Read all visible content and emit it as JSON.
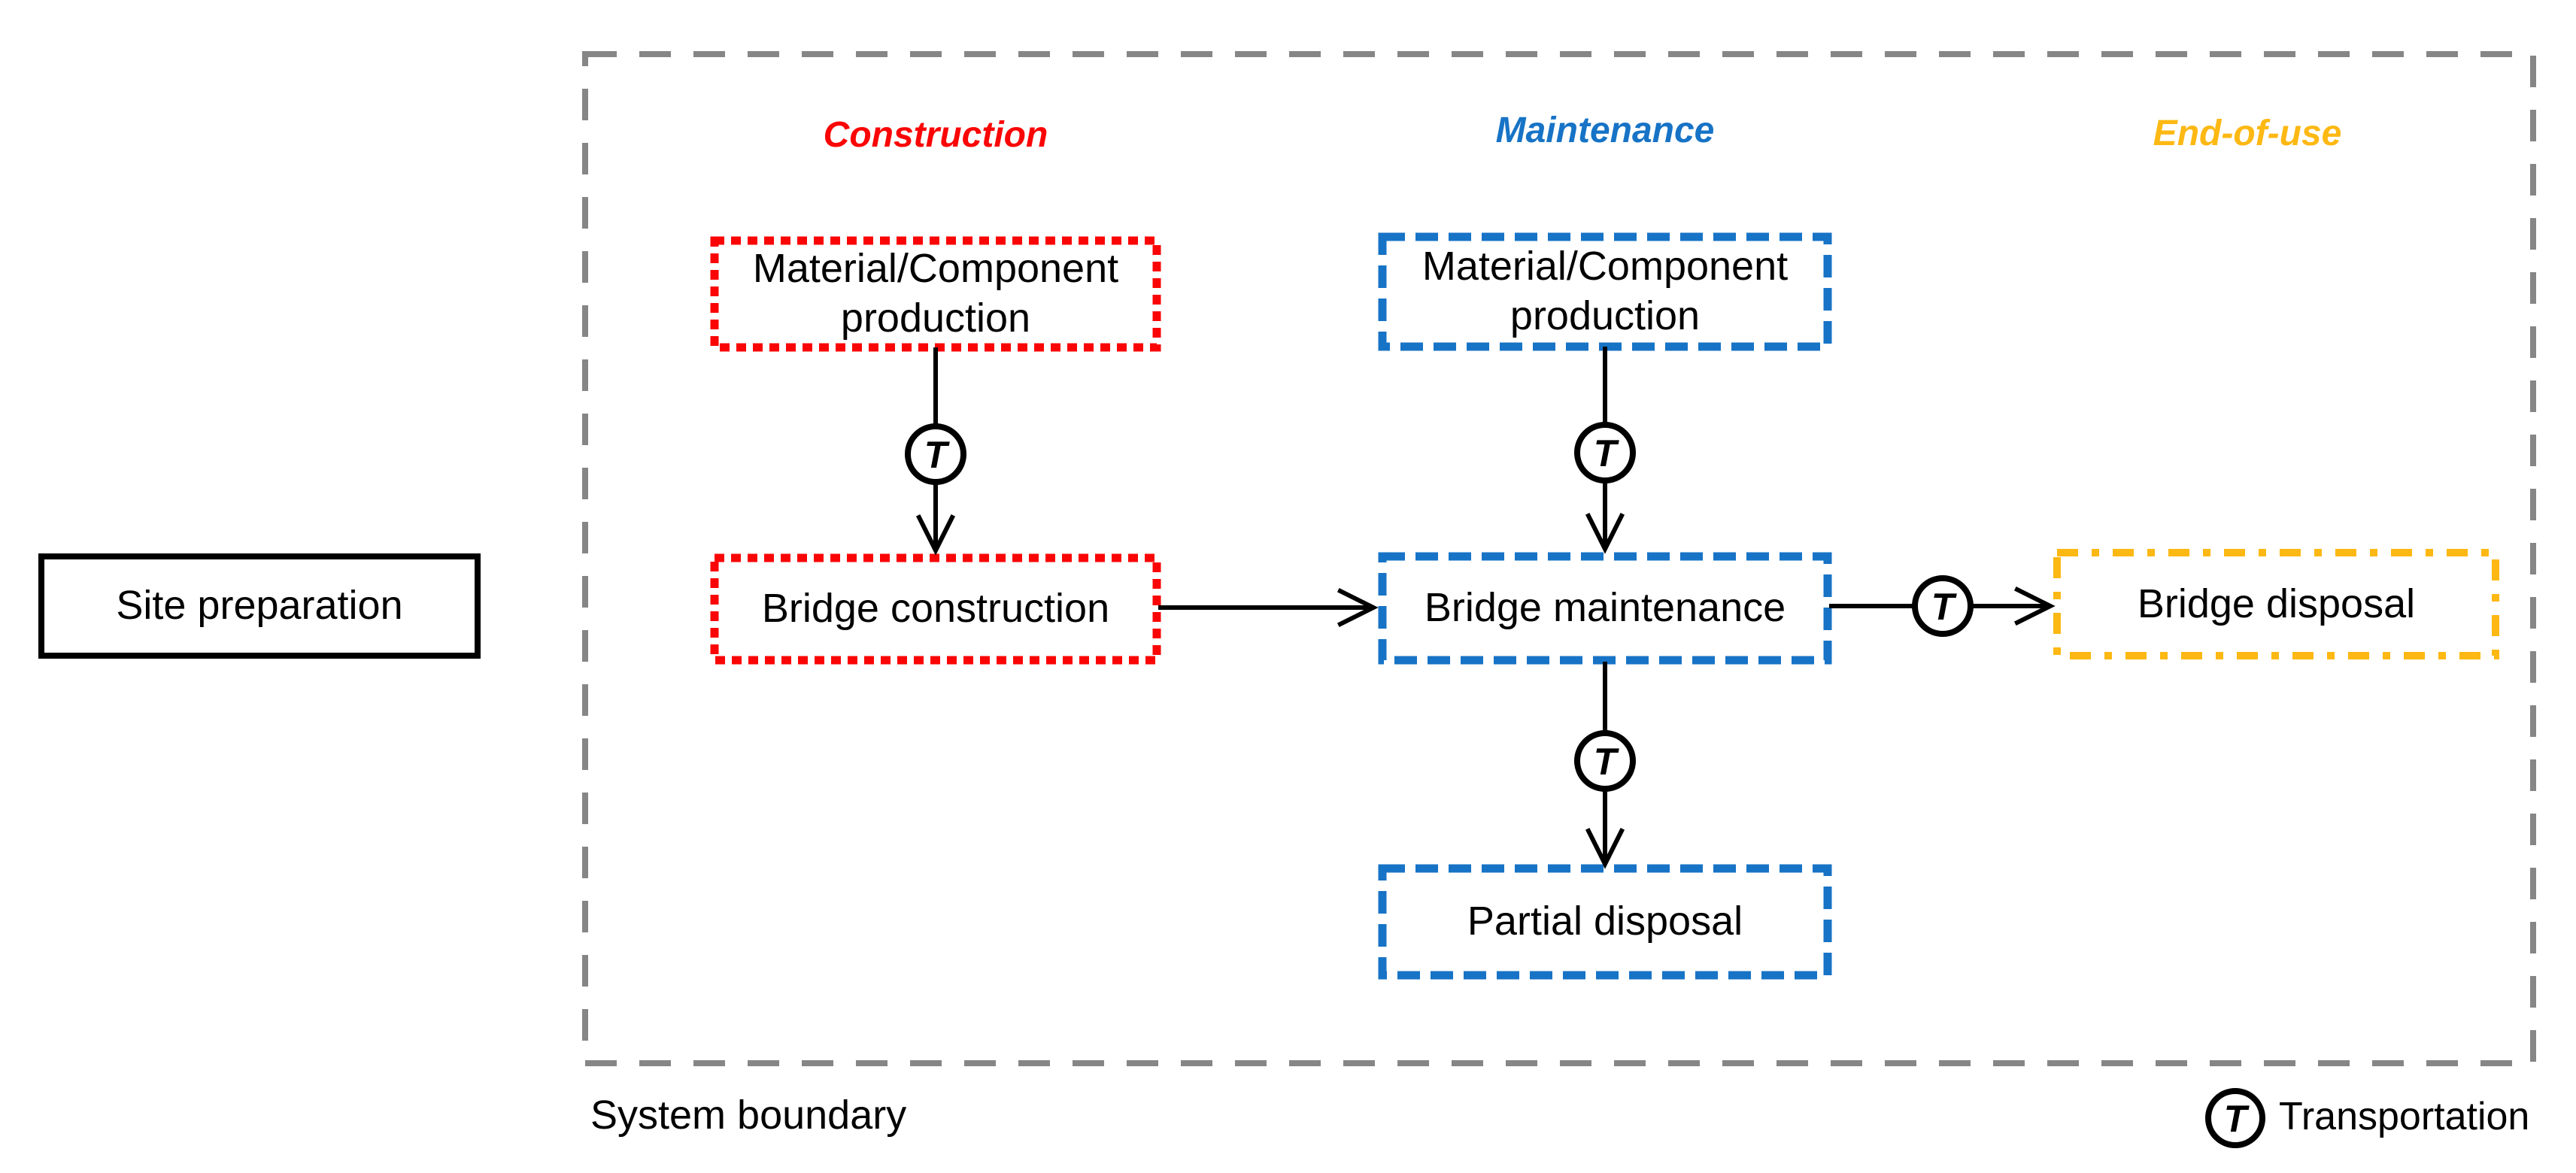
{
  "diagram": {
    "system_boundary_label": "System boundary",
    "transport_symbol": "T",
    "legend": {
      "label": "Transportation"
    },
    "phase_headers": {
      "construction": {
        "label": "Construction",
        "color": "#fa0505"
      },
      "maintenance": {
        "label": "Maintenance",
        "color": "#1773c6"
      },
      "end_of_use": {
        "label": "End-of-use",
        "color": "#fdb813"
      }
    },
    "boxes": {
      "site_preparation": {
        "label": "Site preparation"
      },
      "construction_material": {
        "label": "Material/Component production"
      },
      "bridge_construction": {
        "label": "Bridge construction"
      },
      "maintenance_material": {
        "label": "Material/Component production"
      },
      "bridge_maintenance": {
        "label": "Bridge maintenance"
      },
      "partial_disposal": {
        "label": "Partial disposal"
      },
      "bridge_disposal": {
        "label": "Bridge disposal"
      }
    },
    "colors": {
      "boundary": "#868686",
      "construction": "#fa0505",
      "maintenance": "#1773c6",
      "end_of_use": "#fdb813",
      "arrows": "#000000"
    }
  }
}
